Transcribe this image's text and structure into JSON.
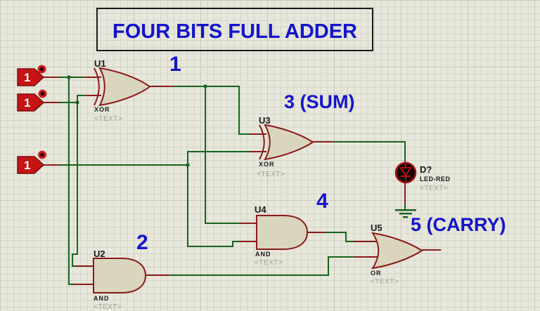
{
  "title": {
    "text": "FOUR BITS FULL ADDER"
  },
  "annotations": {
    "n1": "1",
    "n2": "2",
    "n3": "3 (SUM)",
    "n4": "4",
    "n5": "5 (CARRY)"
  },
  "inputs": {
    "in_a": {
      "value": "1"
    },
    "in_b": {
      "value": "1"
    },
    "in_c": {
      "value": "1"
    }
  },
  "gates": {
    "u1": {
      "ref": "U1",
      "type": "XOR",
      "text_placeholder": "<TEXT>"
    },
    "u2": {
      "ref": "U2",
      "type": "AND",
      "text_placeholder": "<TEXT>"
    },
    "u3": {
      "ref": "U3",
      "type": "XOR",
      "text_placeholder": "<TEXT>"
    },
    "u4": {
      "ref": "U4",
      "type": "AND",
      "text_placeholder": "<TEXT>"
    },
    "u5": {
      "ref": "U5",
      "type": "OR",
      "text_placeholder": "<TEXT>"
    }
  },
  "led": {
    "ref": "D?",
    "model": "LED-RED",
    "text_placeholder": "<TEXT>"
  },
  "colors": {
    "background": "#e7e7db",
    "grid_line": "#d4d4c7",
    "wire": "#17641c",
    "component_outline": "#8b1a1a",
    "gate_fill": "#d9d6bd",
    "pin_fill": "#c41414",
    "annotation": "#1414cc",
    "label_black": "#1a1a1a",
    "placeholder_gray": "#a2a296"
  }
}
